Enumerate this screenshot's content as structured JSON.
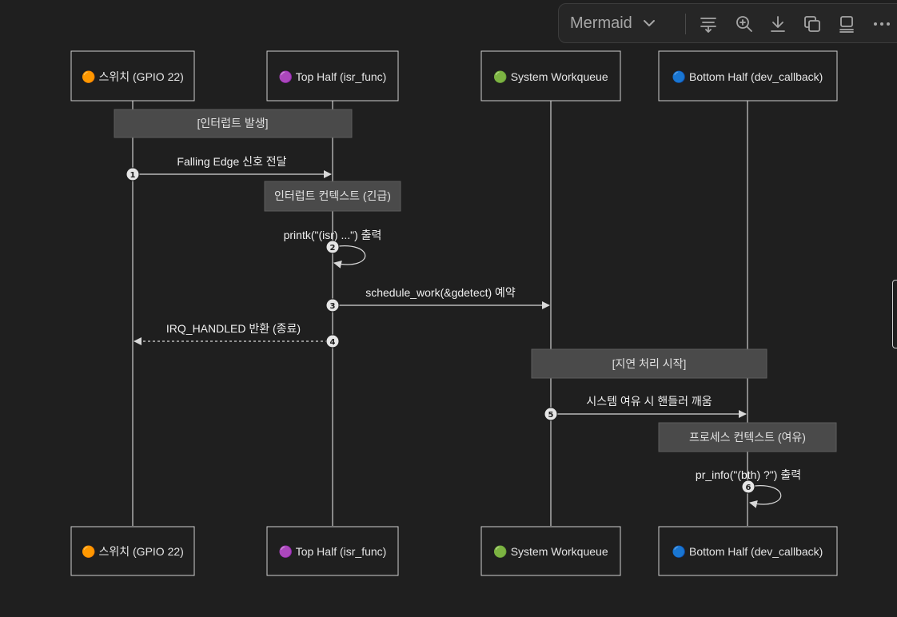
{
  "toolbar": {
    "renderer_label": "Mermaid",
    "icons": [
      "format-icon",
      "zoom-in-icon",
      "download-icon",
      "copy-icon",
      "layout-icon",
      "more-icon"
    ]
  },
  "diagram": {
    "type": "sequence",
    "participants": [
      {
        "id": "sw",
        "label": "🟠 스위치 (GPIO 22)",
        "marker_color": "#f39c12"
      },
      {
        "id": "top",
        "label": "🟣 Top Half (isr_func)",
        "marker_color": "#a14ce8"
      },
      {
        "id": "wq",
        "label": "🟢 System Workqueue",
        "marker_color": "#2ecc40"
      },
      {
        "id": "bot",
        "label": "🔵 Bottom Half (dev_callback)",
        "marker_color": "#2f80ed"
      }
    ],
    "notes": [
      {
        "text": "[인터럽트 발생]",
        "over": [
          "sw",
          "top"
        ]
      },
      {
        "text": "인터럽트 컨텍스트 (긴급)",
        "over": [
          "top"
        ]
      },
      {
        "text": "[지연 처리 시작]",
        "over": [
          "wq",
          "bot"
        ]
      },
      {
        "text": "프로세스 컨텍스트 (여유)",
        "over": [
          "bot"
        ]
      }
    ],
    "messages": [
      {
        "n": "1",
        "from": "sw",
        "to": "top",
        "text": "Falling Edge 신호 전달",
        "style": "solid"
      },
      {
        "n": "2",
        "from": "top",
        "to": "top",
        "text": "printk(\"(isr) ...\") 출력",
        "style": "self"
      },
      {
        "n": "3",
        "from": "top",
        "to": "wq",
        "text": "schedule_work(&gdetect) 예약",
        "style": "solid"
      },
      {
        "n": "4",
        "from": "top",
        "to": "sw",
        "text": "IRQ_HANDLED 반환 (종료)",
        "style": "dashed"
      },
      {
        "n": "5",
        "from": "wq",
        "to": "bot",
        "text": "시스템 여유 시 핸들러 깨움",
        "style": "solid"
      },
      {
        "n": "6",
        "from": "bot",
        "to": "bot",
        "text": "pr_info(\"(bth) ?\") 출력",
        "style": "self"
      }
    ]
  }
}
